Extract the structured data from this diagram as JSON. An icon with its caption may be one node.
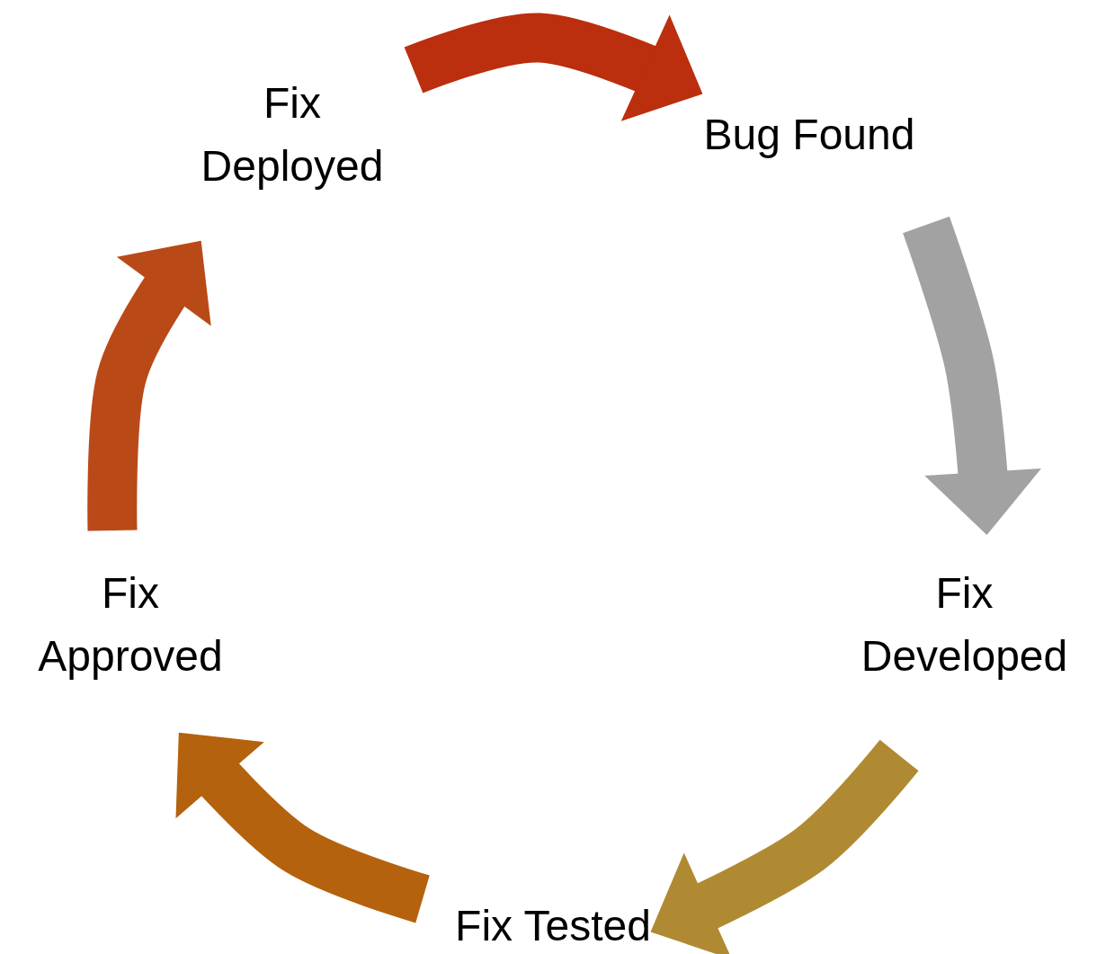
{
  "diagram": {
    "nodes": [
      {
        "text": [
          "Bug Found"
        ]
      },
      {
        "text": [
          "Fix Developed"
        ]
      },
      {
        "text": [
          "Fix Tested"
        ]
      },
      {
        "text": [
          "Fix Approved"
        ]
      },
      {
        "text": [
          "Fix Deployed"
        ]
      }
    ],
    "edges": [
      {
        "from": 4,
        "to": 0,
        "arrow": "to",
        "color": "#bb2e0e"
      },
      {
        "from": 0,
        "to": 1,
        "arrow": "to",
        "color": "#a2a2a2"
      },
      {
        "from": 1,
        "to": 2,
        "arrow": "to",
        "color": "#b08a32"
      },
      {
        "from": 2,
        "to": 3,
        "arrow": "to",
        "color": "#b4620e"
      },
      {
        "from": 3,
        "to": 4,
        "arrow": "to",
        "color": "#b94a18"
      }
    ]
  }
}
